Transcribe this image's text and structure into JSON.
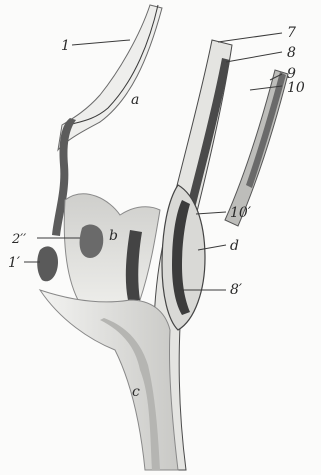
{
  "labels": {
    "n1": "1",
    "n7": "7",
    "n8": "8",
    "n9": "9",
    "n10": "10",
    "a": "a",
    "n10p": "10′",
    "n2pp": "2′′",
    "b": "b",
    "d": "d",
    "n1p": "1′",
    "n8p": "8′",
    "c": "c"
  },
  "colors": {
    "ink": "#2a2a2a",
    "shade_dark": "#5c5c5c",
    "shade_mid": "#a8a8a8",
    "shade_light": "#d6d6d6",
    "paper": "#fbfbfa"
  }
}
